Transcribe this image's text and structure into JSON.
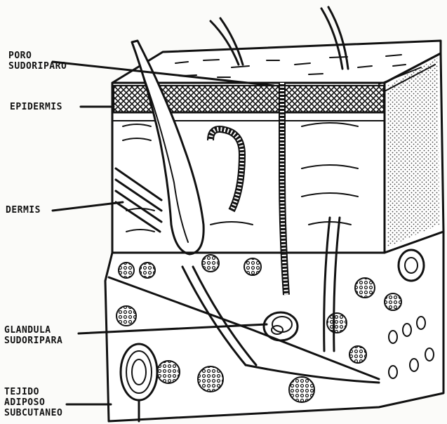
{
  "labels": {
    "poro_line1": "PORO",
    "poro_line2": "SUDORIPARO",
    "epidermis": "EPIDERMIS",
    "dermis": "DERMIS",
    "glandula_line1": "GLANDULA",
    "glandula_line2": "SUDORIPARA",
    "tejido_line1": "TEJIDO",
    "tejido_line2": "ADIPOSO",
    "tejido_line3": "SUBCUTANEO"
  },
  "colors": {
    "ink": "#111111",
    "paper": "#fbfbf9"
  }
}
